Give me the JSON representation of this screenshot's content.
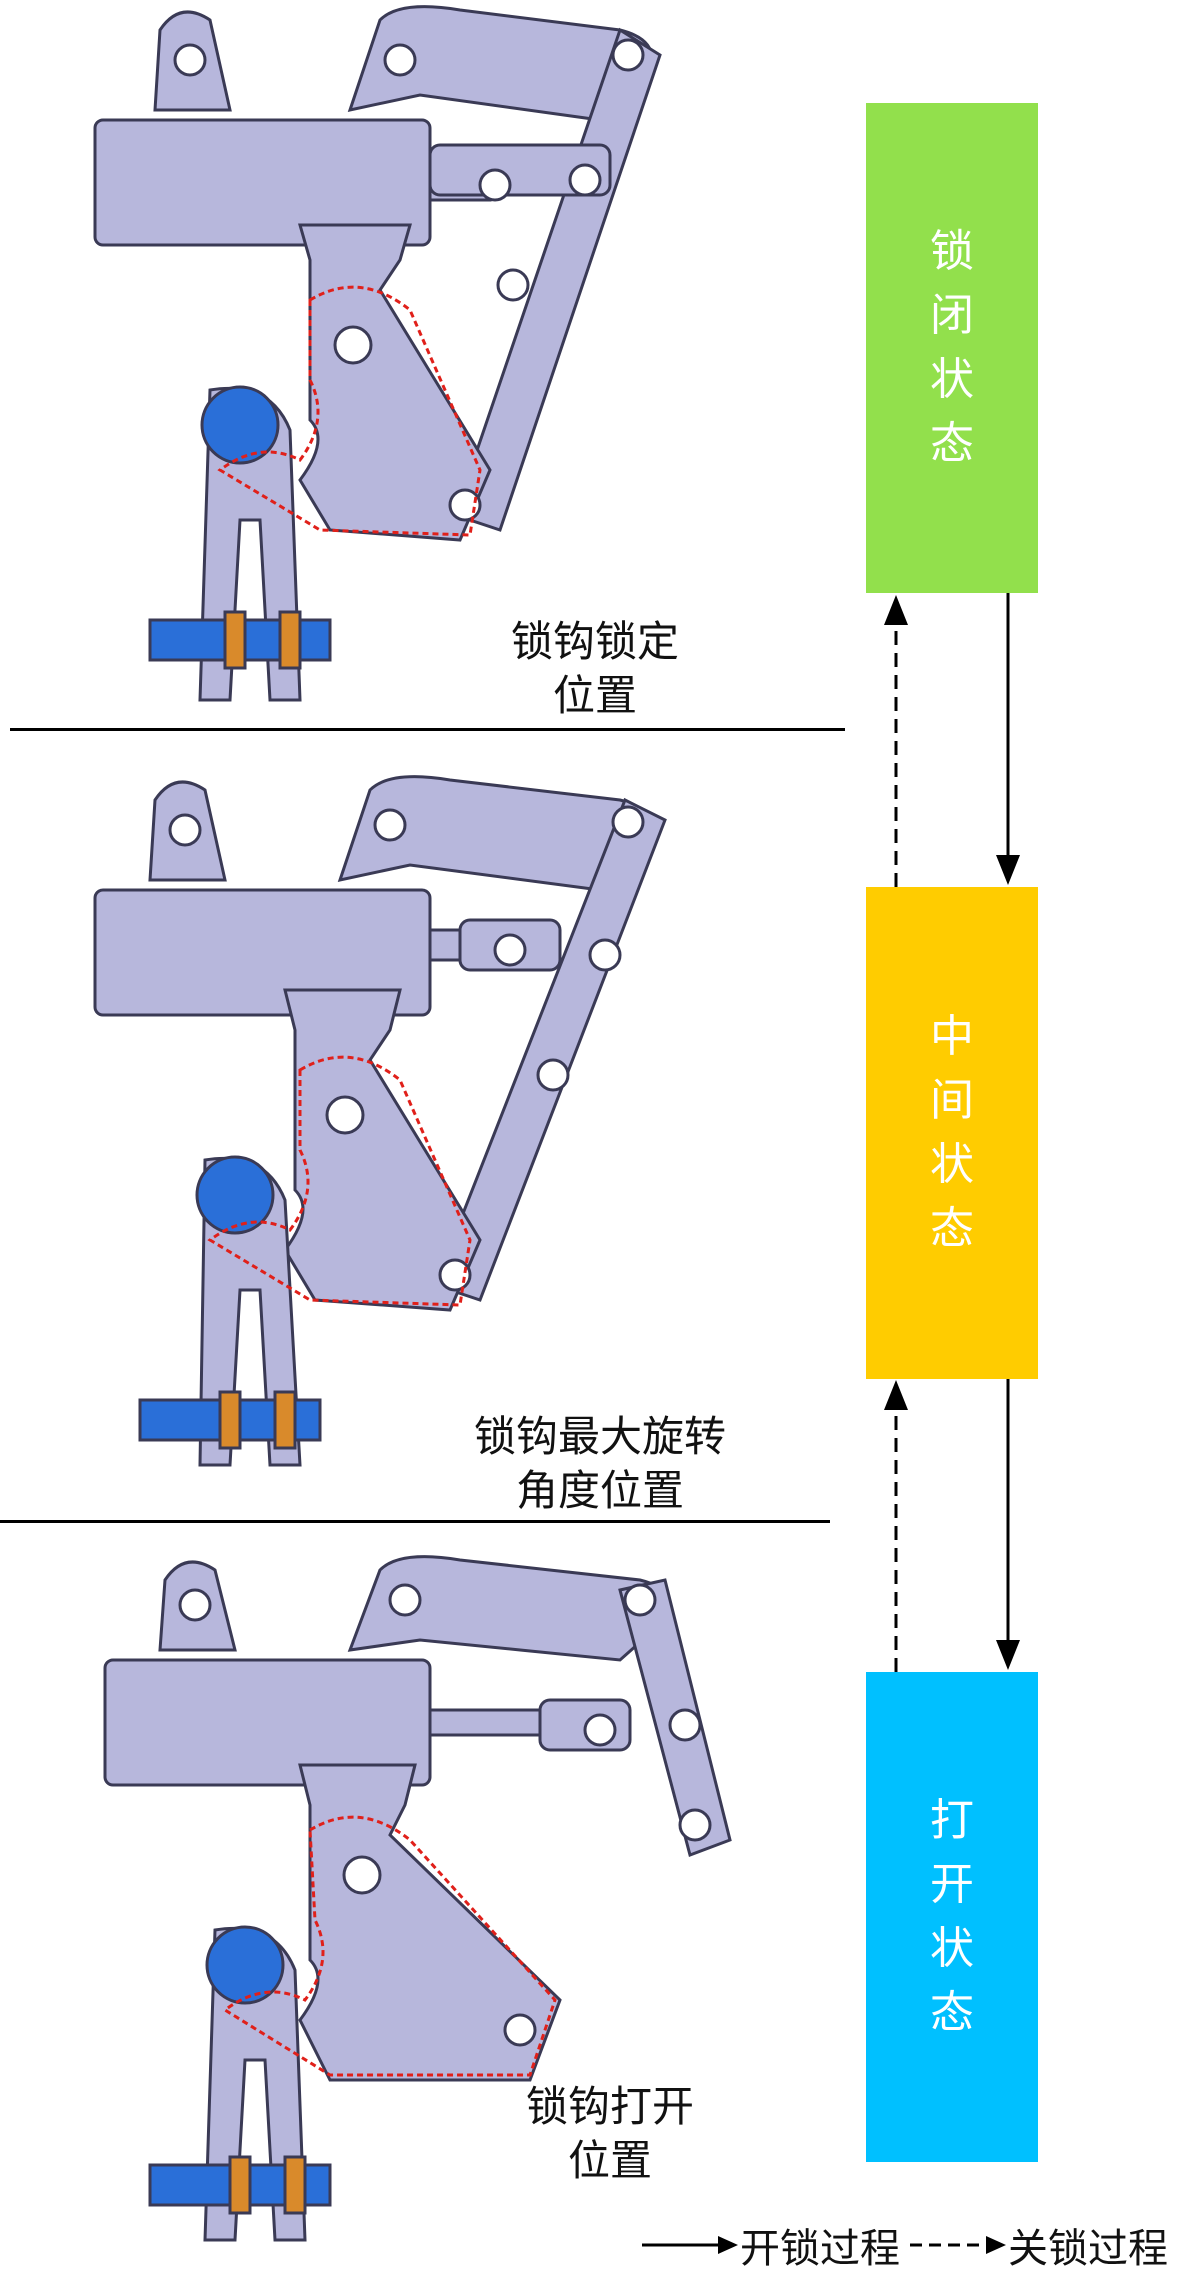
{
  "panels": [
    {
      "caption_line1": "锁钩锁定",
      "caption_line2": "位置"
    },
    {
      "caption_line1": "锁钩最大旋转",
      "caption_line2": "角度位置"
    },
    {
      "caption_line1": "锁钩打开",
      "caption_line2": "位置"
    }
  ],
  "states": [
    {
      "label": "锁闭状态",
      "color": "#92e04c"
    },
    {
      "label": "中间状态",
      "color": "#ffcc00"
    },
    {
      "label": "打开状态",
      "color": "#00c0ff"
    }
  ],
  "legend": {
    "unlock_label": "开锁过程",
    "lock_label": "关锁过程"
  },
  "colors": {
    "part_fill": "#b7b7dc",
    "part_stroke": "#3a3a55",
    "highlight": "#e0201a",
    "bolt": "#2a6fd8",
    "washer": "#d98a2b"
  }
}
